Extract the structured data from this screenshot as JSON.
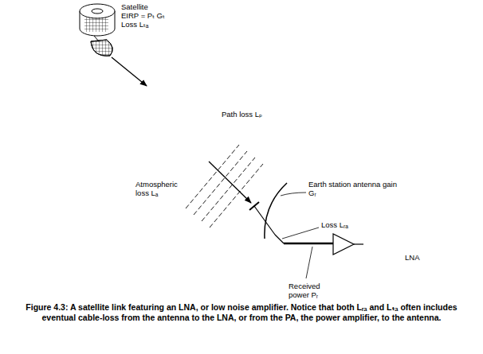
{
  "diagram": {
    "caption": "Figure 4.3: A satellite link featuring an LNA, or low noise amplifier. Notice that both Lᵣₐ and Lₜₐ often includes eventual cable-loss from the antenna to the LNA, or from the PA, the power amplifier, to the antenna.",
    "labels": [
      "Satellite",
      "EIRP = Pₜ Gₜ",
      "Loss Lₜₐ",
      "Path loss Lₚ",
      "Atmospheric loss Lₐ",
      "Earth station antenna gain Gᵣ",
      "Loss Lᵣₐ",
      "LNA",
      "Received power Pᵣ"
    ]
  }
}
